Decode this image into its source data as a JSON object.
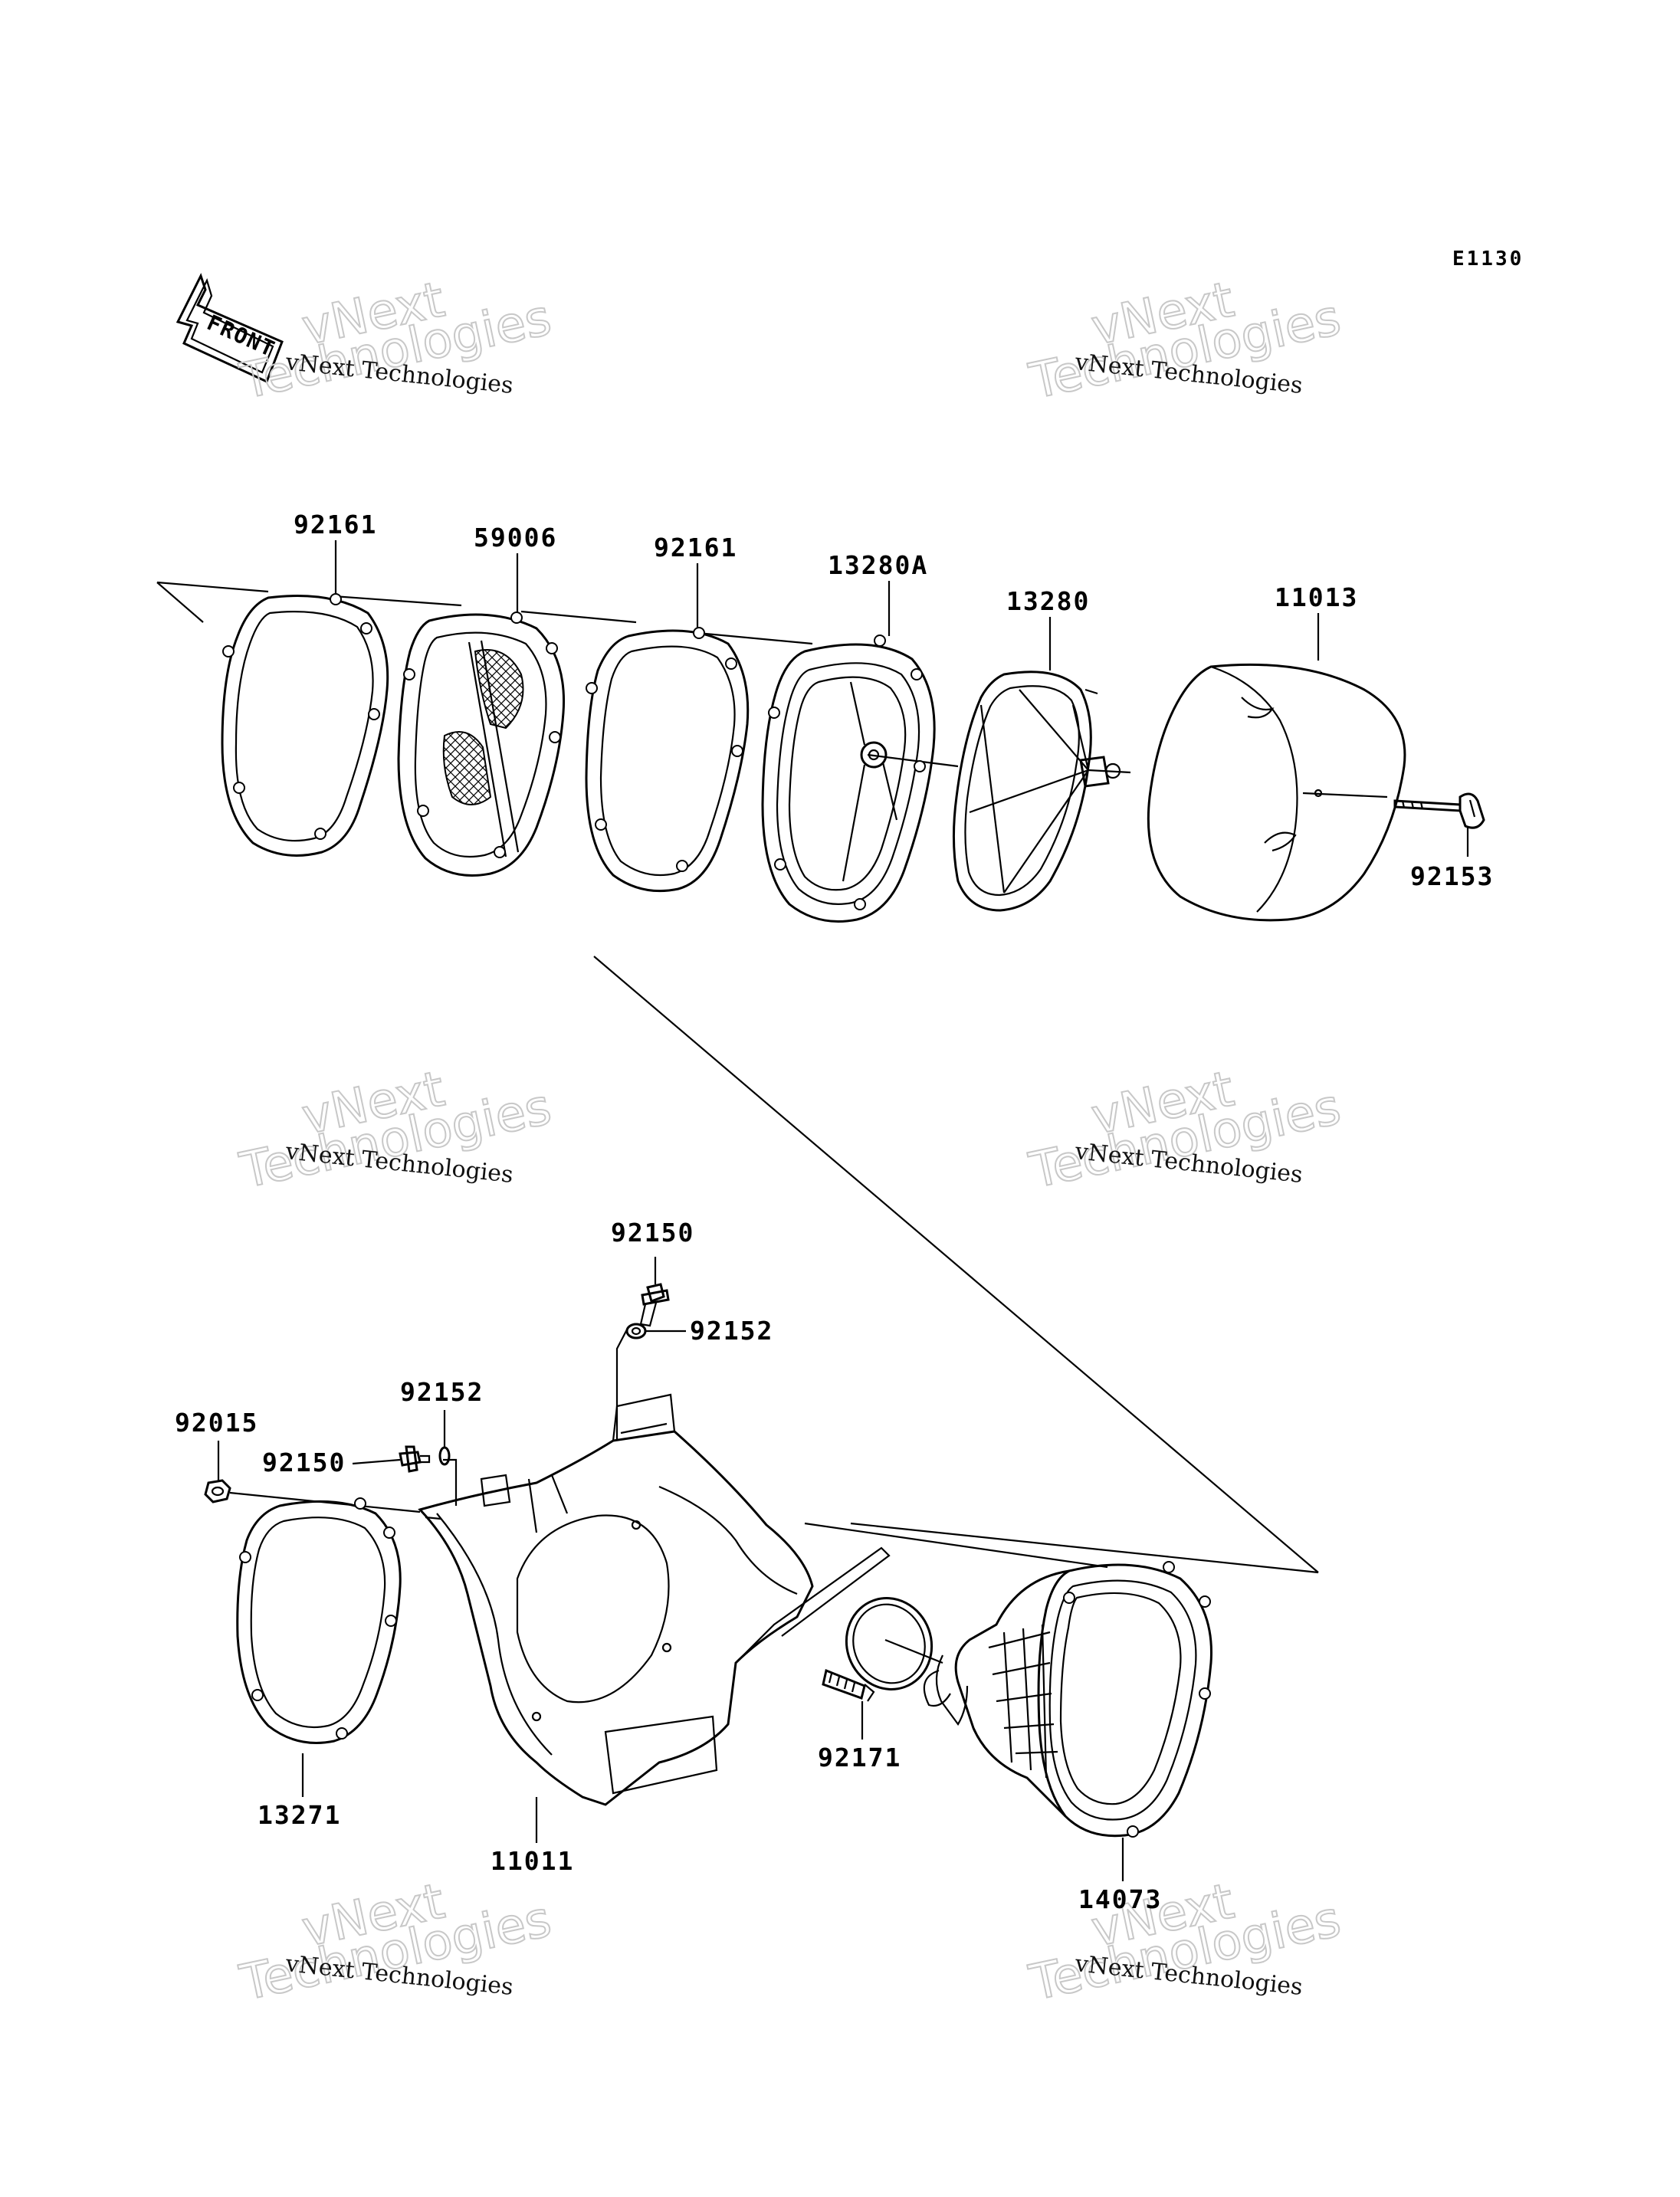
{
  "diagram_code": "E1130",
  "front_label": "FRONT",
  "watermark": {
    "small_text": "vNext Technologies",
    "big_line1": "vNext",
    "big_line2": "Technologies"
  },
  "parts": {
    "gasket_front": "92161",
    "element_screen": "59006",
    "gasket_rear": "92161",
    "holder_a": "13280A",
    "holder": "13280",
    "element": "11013",
    "wing_bolt": "92153",
    "bolt_top": "92150",
    "washer_top": "92152",
    "washer_left": "92152",
    "nut": "92015",
    "bolt_left": "92150",
    "gasket_case": "13271",
    "case": "11011",
    "clamp": "92171",
    "duct": "14073"
  }
}
